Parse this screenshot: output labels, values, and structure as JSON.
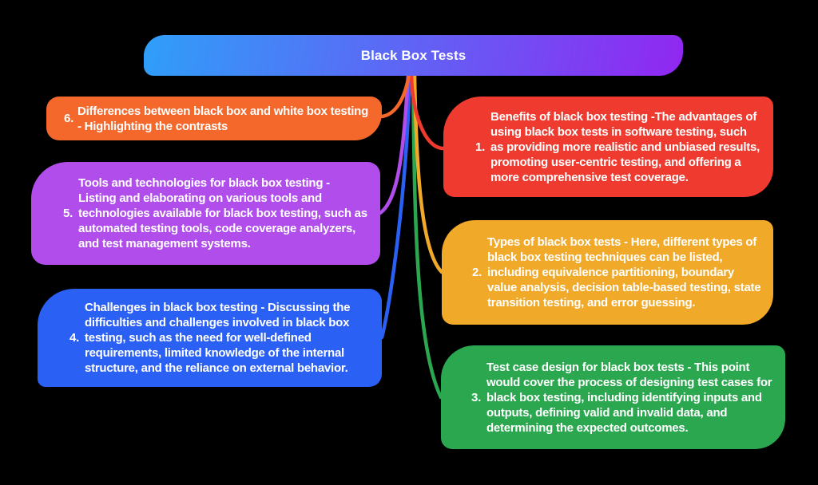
{
  "background_color": "#000000",
  "text_color": "#FFFFFF",
  "root": {
    "label": "Black Box Tests",
    "gradient_from": "#2F9FF9",
    "gradient_to": "#9127F1"
  },
  "branches": [
    {
      "number": "1.",
      "side": "right",
      "color": "#EF3B2F",
      "text": "Benefits of black box testing -The advantages of using black box tests in software testing, such as providing more realistic and unbiased results, promoting user-centric testing, and offering a more comprehensive test coverage."
    },
    {
      "number": "2.",
      "side": "right",
      "color": "#F0A928",
      "text": "Types of black box tests - Here, different types of black box testing techniques can be listed, including equivalence partitioning, boundary value analysis, decision table-based testing, state transition testing, and error guessing."
    },
    {
      "number": "3.",
      "side": "right",
      "color": "#2BA750",
      "text": "Test case design for black box tests - This point would cover the process of designing test cases for black box testing, including identifying inputs and outputs, defining valid and invalid data, and determining the expected outcomes."
    },
    {
      "number": "4.",
      "side": "left",
      "color": "#2B60F5",
      "text": "Challenges in black box testing - Discussing the difficulties and challenges involved in black box testing, such as the need for well-defined requirements, limited knowledge of the internal structure, and the reliance on external behavior."
    },
    {
      "number": "5.",
      "side": "left",
      "color": "#B14DEA",
      "text": "Tools and technologies for black box testing - Listing and elaborating on various tools and technologies available for black box testing, such as automated testing tools, code coverage analyzers, and test management systems."
    },
    {
      "number": "6.",
      "side": "left",
      "color": "#F4682C",
      "text": "Differences between black box and white box testing - Highlighting the contrasts"
    }
  ]
}
